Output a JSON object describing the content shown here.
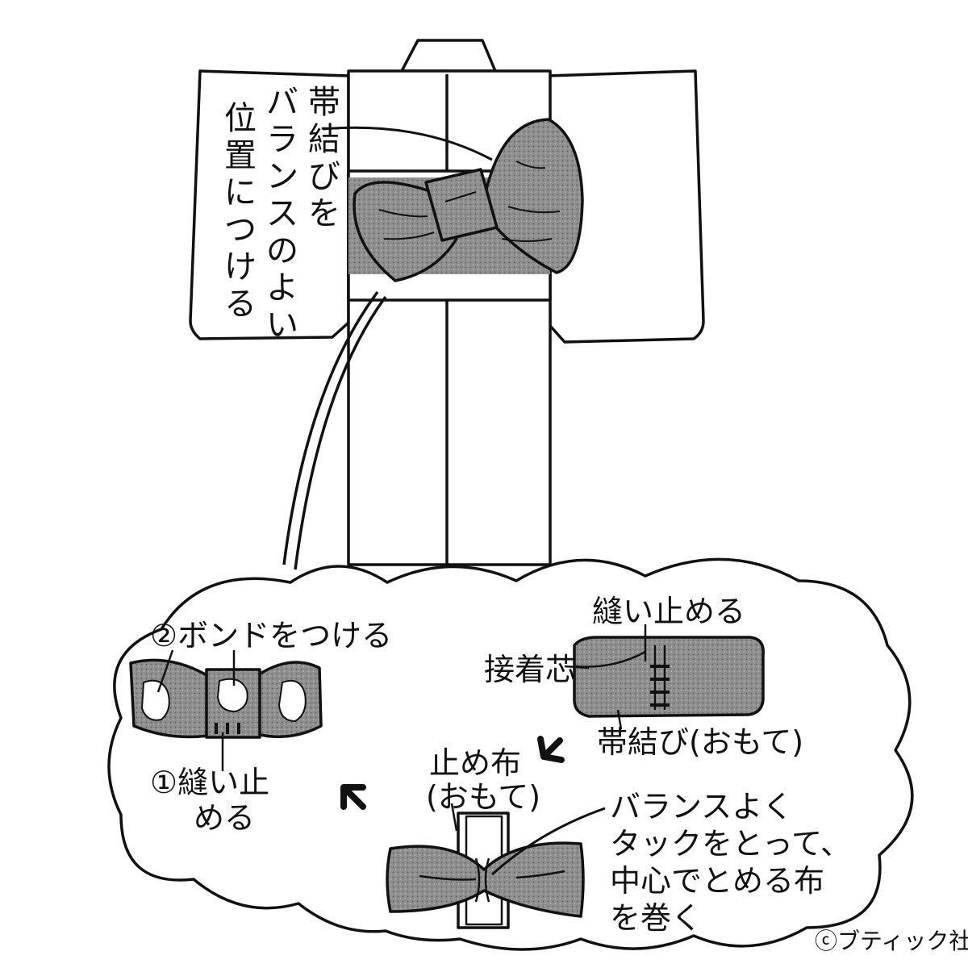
{
  "diagram": {
    "top_note": {
      "columns": [
        "帯結びを",
        "バランスのよい",
        "位置につける"
      ]
    },
    "step_sew_center": {
      "heading": "縫い止める",
      "interfacing": "接着芯",
      "obi_bow": "帯結び(おもて)"
    },
    "step_wrap": {
      "stop_cloth": "止め布",
      "stop_cloth_side": "(おもて)",
      "instruction_lines": [
        "バランスよく",
        "タックをとって、",
        "中心でとめる布",
        "を巻く"
      ]
    },
    "step_final": {
      "bond": "②ボンドをつける",
      "sew_line1": "①縫い止",
      "sew_line2": "める"
    },
    "credit": "ⓒブティック社"
  },
  "colors": {
    "ink": "#111111",
    "fabric_tone": "#8f8f8f",
    "paper": "#ffffff"
  }
}
